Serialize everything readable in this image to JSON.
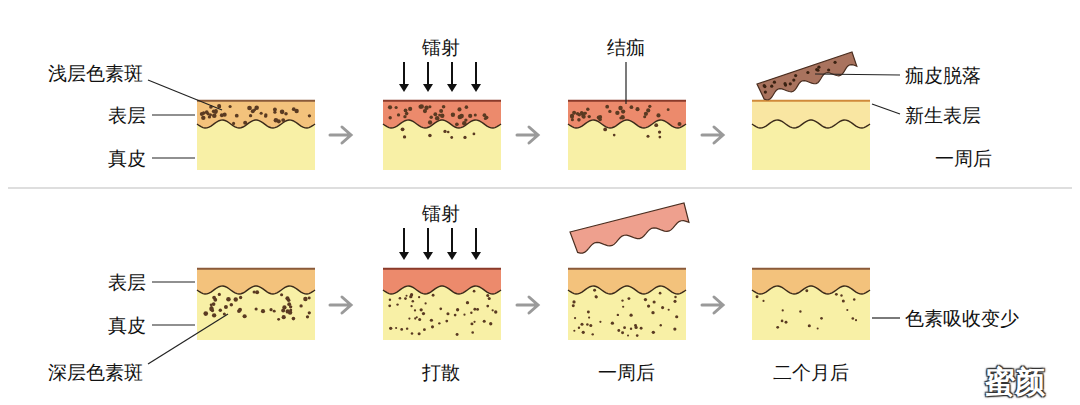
{
  "diagram": {
    "labels": [
      "镭射",
      "结痂",
      "浅层色素斑",
      "痂皮脱落",
      "表层",
      "新生表层",
      "真皮",
      "一周后",
      "镭射",
      "表层",
      "色素吸收变少",
      "真皮",
      "深层色素斑",
      "打散",
      "一周后",
      "二个月后",
      "蜜颜"
    ]
  }
}
